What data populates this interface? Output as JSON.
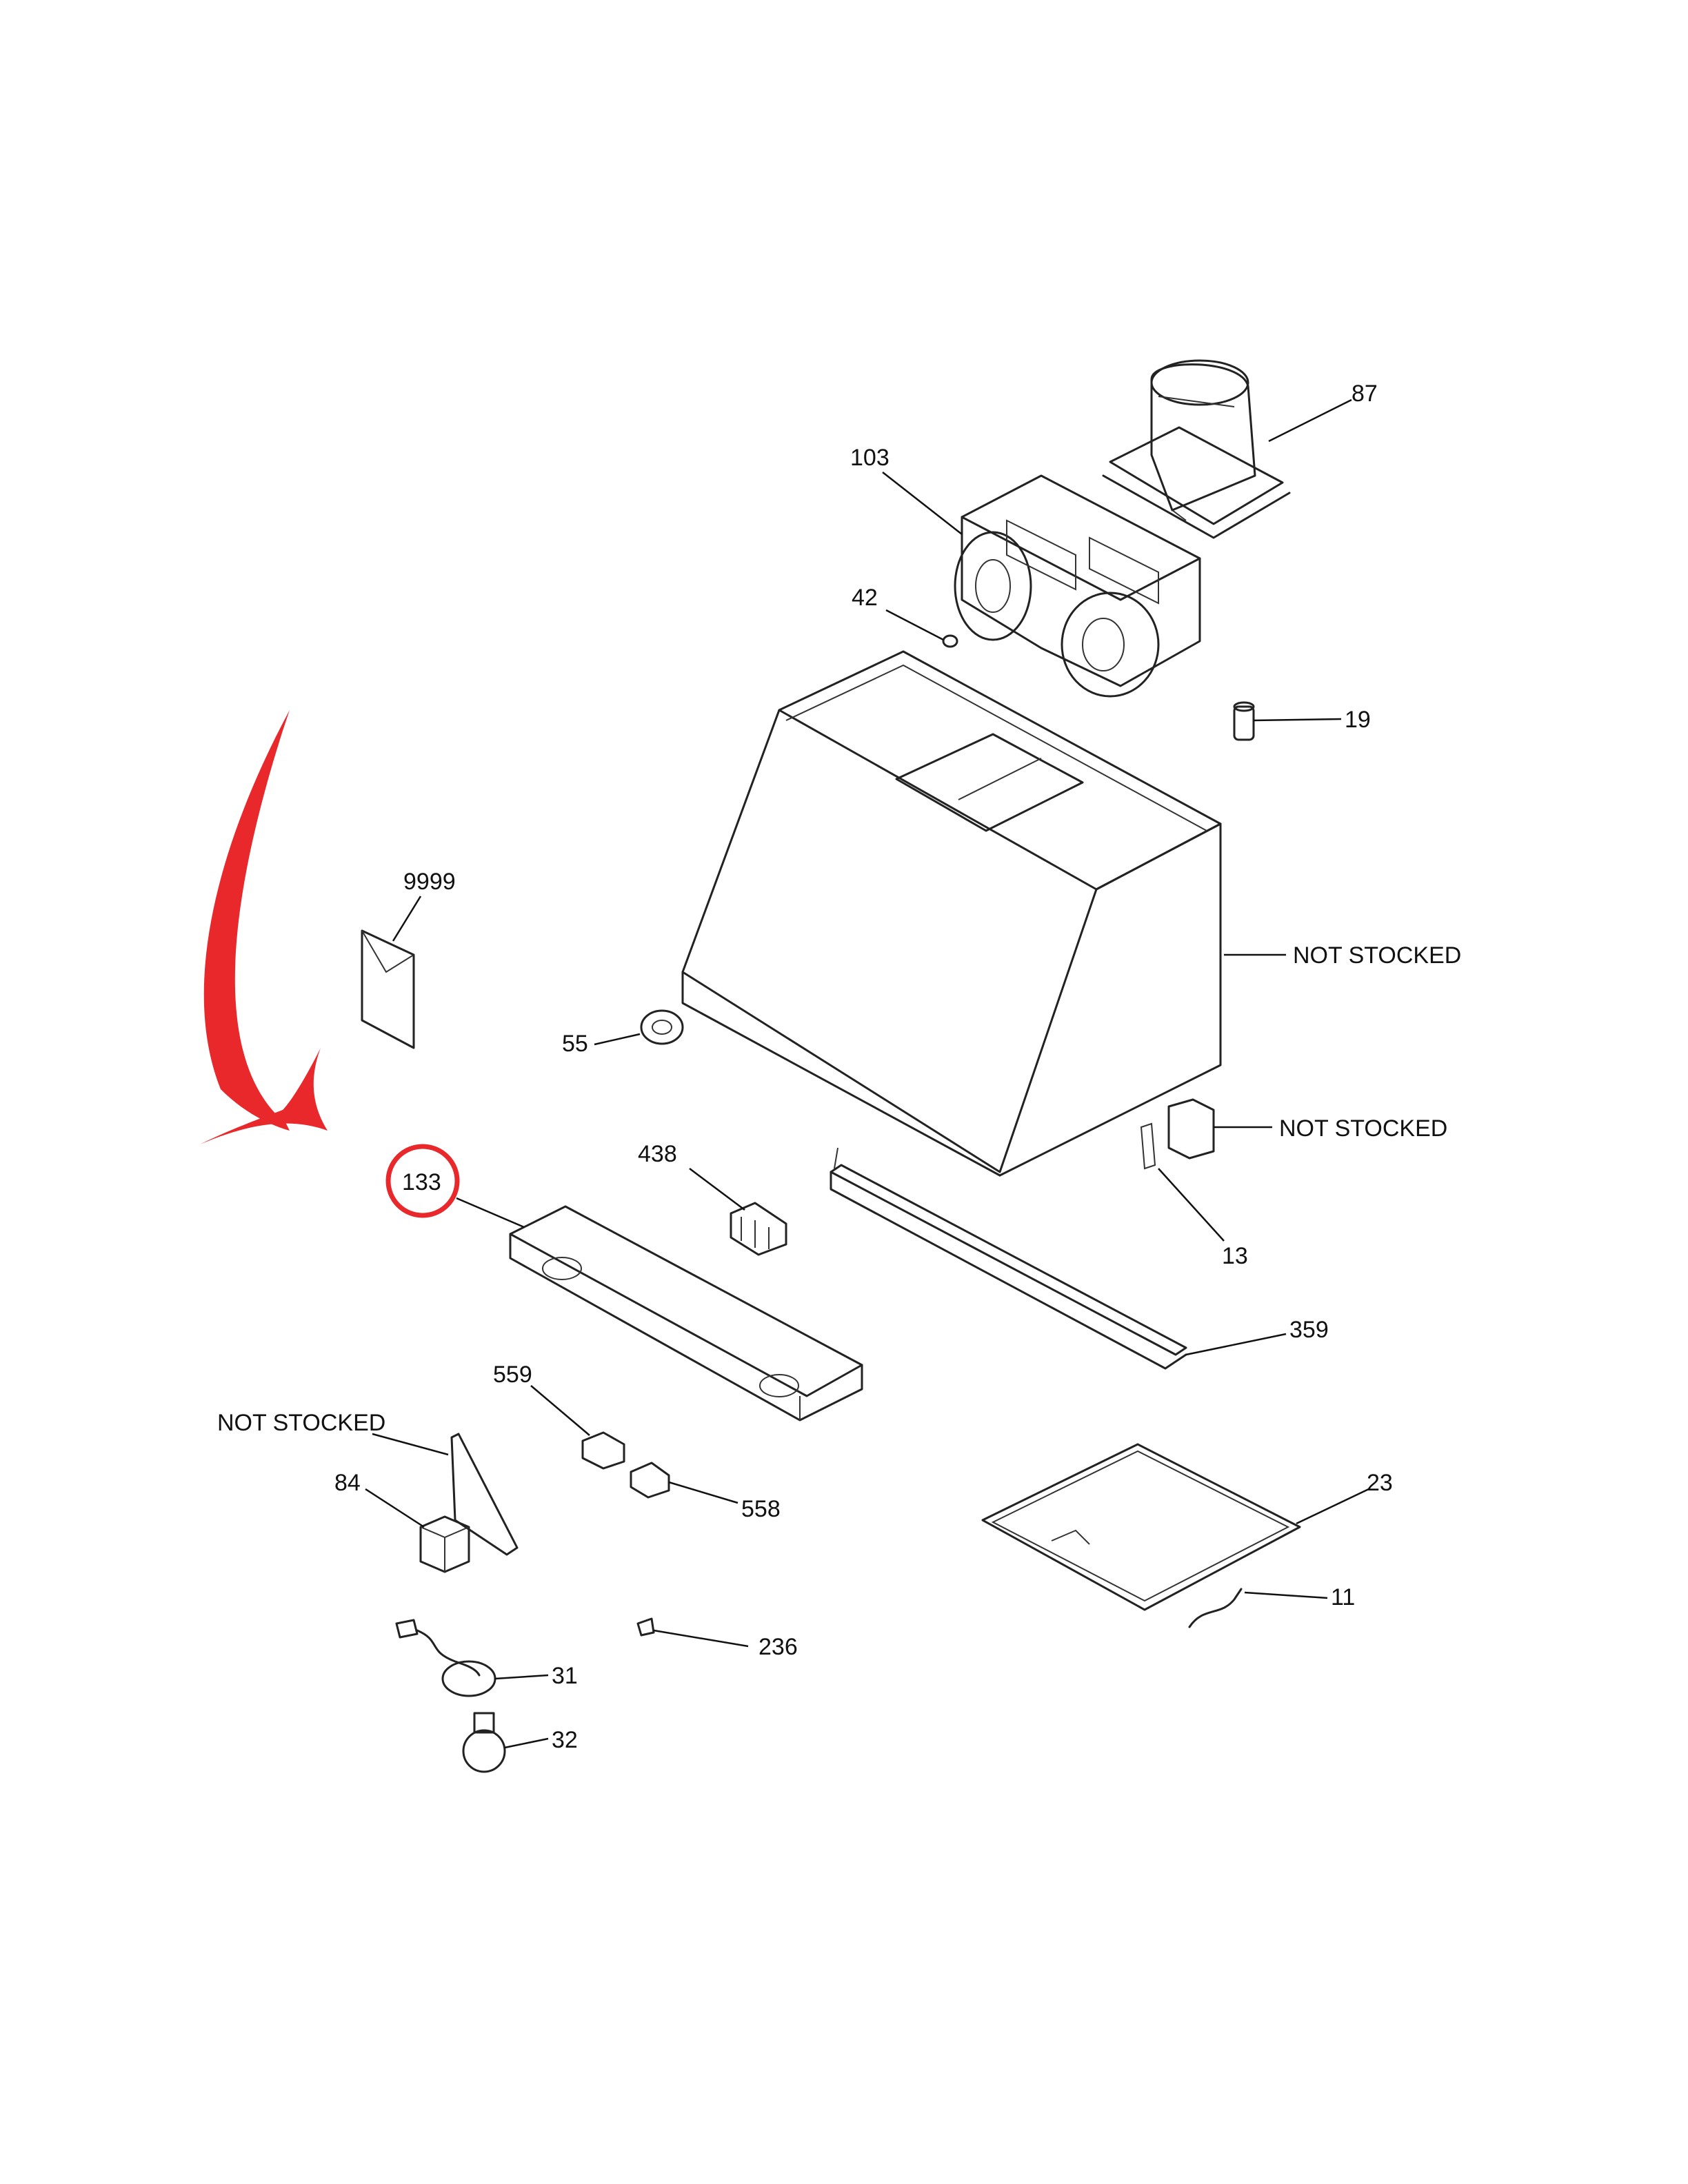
{
  "colors": {
    "highlight": "#e8282b",
    "line": "#222222",
    "background": "#ffffff"
  },
  "highlighted_part": "133",
  "callouts": {
    "p87": "87",
    "p103": "103",
    "p42": "42",
    "p19": "19",
    "p9999": "9999",
    "p55": "55",
    "p438": "438",
    "p133": "133",
    "p13": "13",
    "p359": "359",
    "p559": "559",
    "p84": "84",
    "p558": "558",
    "p23": "23",
    "p11": "11",
    "p236": "236",
    "p31": "31",
    "p32": "32",
    "not_stocked_hood": "NOT STOCKED",
    "not_stocked_box": "NOT STOCKED",
    "not_stocked_bracket": "NOT STOCKED"
  }
}
